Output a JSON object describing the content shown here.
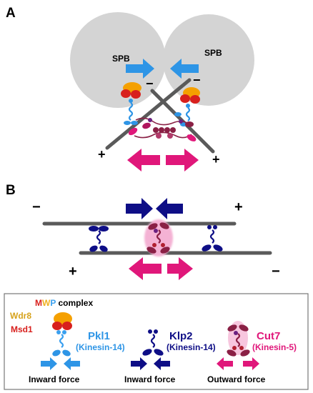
{
  "panel_a": {
    "label": "A",
    "spb_left": "SPB",
    "spb_right": "SPB",
    "minus_left": "−",
    "minus_right": "−",
    "plus_left": "+",
    "plus_right": "+"
  },
  "panel_b": {
    "label": "B",
    "minus_top_left": "−",
    "plus_top_right": "+",
    "plus_bottom_left": "+",
    "minus_bottom_right": "−"
  },
  "legend": {
    "mwp_m": "M",
    "mwp_w": "W",
    "mwp_p": "P",
    "mwp_rest": " complex",
    "wdr8": "Wdr8",
    "msd1": "Msd1",
    "pkl1_name": "Pkl1",
    "pkl1_family": "(Kinesin-14)",
    "klp2_name": "Klp2",
    "klp2_family": "(Kinesin-14)",
    "cut7_name": "Cut7",
    "cut7_family": "(Kinesin-5)",
    "force_pkl1": "Inward force",
    "force_klp2": "Inward force",
    "force_cut7": "Outward force"
  },
  "colors": {
    "spb_gray": "#d4d4d4",
    "microtubule": "#5a5a5a",
    "pkl1_blue": "#2e95e6",
    "klp2_navy": "#0e0e86",
    "cut7_magenta": "#e0177a",
    "cut7_dark": "#8a2045",
    "wdr8_orange": "#f5a000",
    "msd1_red": "#d8201d",
    "wdr8_text": "#d6a21c",
    "mwp_w": "#f0b020",
    "mwp_p": "#3aa0ef"
  }
}
